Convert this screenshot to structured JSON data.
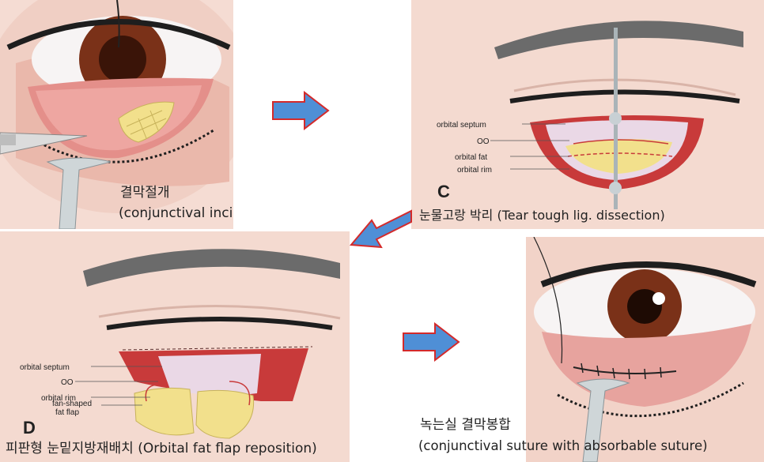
{
  "panels": [
    {
      "id": "A",
      "caption_ko": "결막절개",
      "caption_en": "(conjunctival incision)"
    },
    {
      "id": "C",
      "letter": "C",
      "caption": "눈물고랑 박리 (Tear tough lig. dissection)",
      "labels": [
        "orbital septum",
        "OO",
        "orbital fat",
        "orbital rim"
      ]
    },
    {
      "id": "D",
      "letter": "D",
      "caption": "피판형 눈밑지방재배치 (Orbital fat flap reposition)",
      "labels": [
        "orbital septum",
        "OO",
        "orbital rim",
        "fan-shaped",
        "fat flap"
      ]
    },
    {
      "id": "E",
      "caption_ko": "녹는실 결막봉합",
      "caption_en": "(conjunctival suture with absorbable suture)"
    }
  ],
  "colors": {
    "skin": "#f2cfc4",
    "skin_dark": "#e7b3a6",
    "conjunctiva": "#e9a09a",
    "fat": "#f2e08c",
    "muscle": "#c83a3a",
    "arrow_fill": "#4f8fd6",
    "arrow_stroke": "#d42a2a"
  },
  "icons": [
    "right-arrow-icon",
    "down-left-arrow-icon"
  ]
}
